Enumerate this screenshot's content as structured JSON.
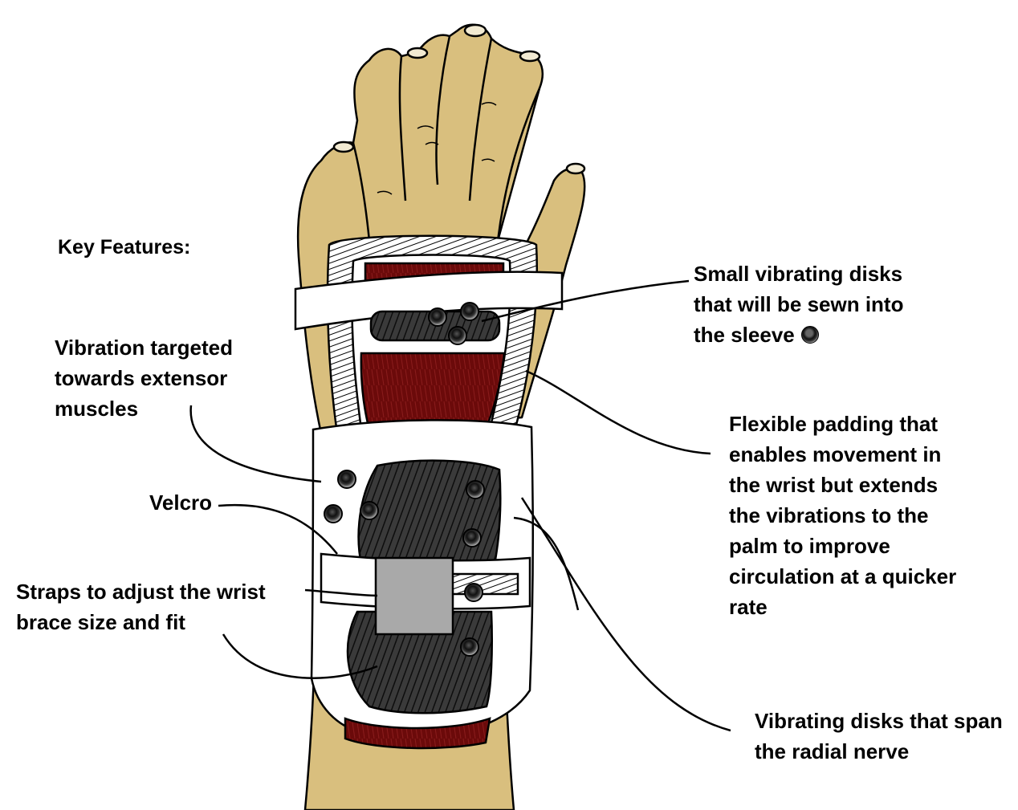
{
  "labels": {
    "key_features": "Key Features:",
    "vibration_targeted": [
      "Vibration targeted",
      "towards extensor",
      "muscles"
    ],
    "velcro": "Velcro",
    "straps": [
      "Straps to adjust the wrist",
      "brace size and fit"
    ],
    "small_disks": [
      "Small vibrating disks",
      "that will be sewn into",
      "the sleeve"
    ],
    "flexible_padding": [
      "Flexible padding that",
      "enables movement in",
      "the wrist but extends",
      "the vibrations to the",
      "palm to improve",
      "circulation at a quicker",
      "rate"
    ],
    "radial_disks": [
      "Vibrating disks that span",
      "the radial nerve"
    ]
  },
  "colors": {
    "skin": "#d9bf7e",
    "skin_shadow": "#b89855",
    "muscle": "#6b0a0a",
    "brace": "#ffffff",
    "pad_dark": "#2a2a2a",
    "velcro_patch": "#a9a9a9",
    "outline": "#000000"
  }
}
